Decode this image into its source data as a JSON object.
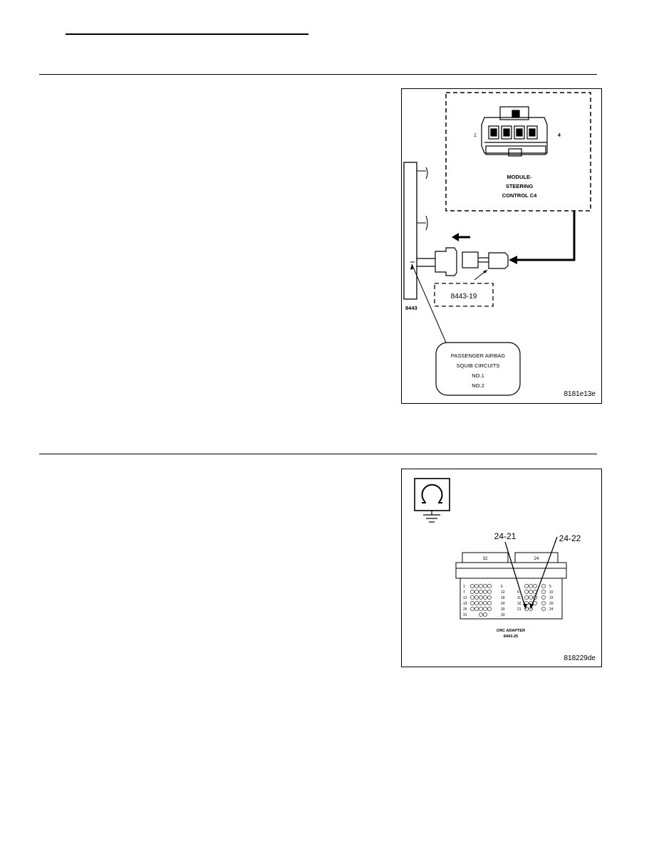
{
  "figure1": {
    "connector_pin_left": "1",
    "connector_pin_right": "4",
    "module_label_line1": "MODULE-",
    "module_label_line2": "STEERING",
    "module_label_line3": "CONTROL C4",
    "adapter_label": "8443-19",
    "tool_label": "8443",
    "callout_line1": "PASSENGER AIRBAG",
    "callout_line2": "SQUIB CIRCUITS",
    "callout_line3": "NO.1",
    "callout_line4": "NO.2",
    "figure_id": "8181e13e"
  },
  "figure2": {
    "pin_a_label": "24-21",
    "pin_b_label": "24-22",
    "connector_left_tab": "32",
    "connector_right_tab": "24",
    "left_row_start_numbers": [
      "1",
      "7",
      "13",
      "19",
      "25",
      "31"
    ],
    "left_row_end_numbers": [
      "6",
      "12",
      "18",
      "24",
      "30",
      "33"
    ],
    "right_row_start_numbers": [
      "",
      "6",
      "11",
      "16",
      "21"
    ],
    "right_row_end_numbers": [
      "5",
      "10",
      "15",
      "20",
      "24"
    ],
    "adapter_label_line1": "ORC ADAPTER",
    "adapter_label_line2": "8443-25",
    "figure_id": "818229de"
  }
}
